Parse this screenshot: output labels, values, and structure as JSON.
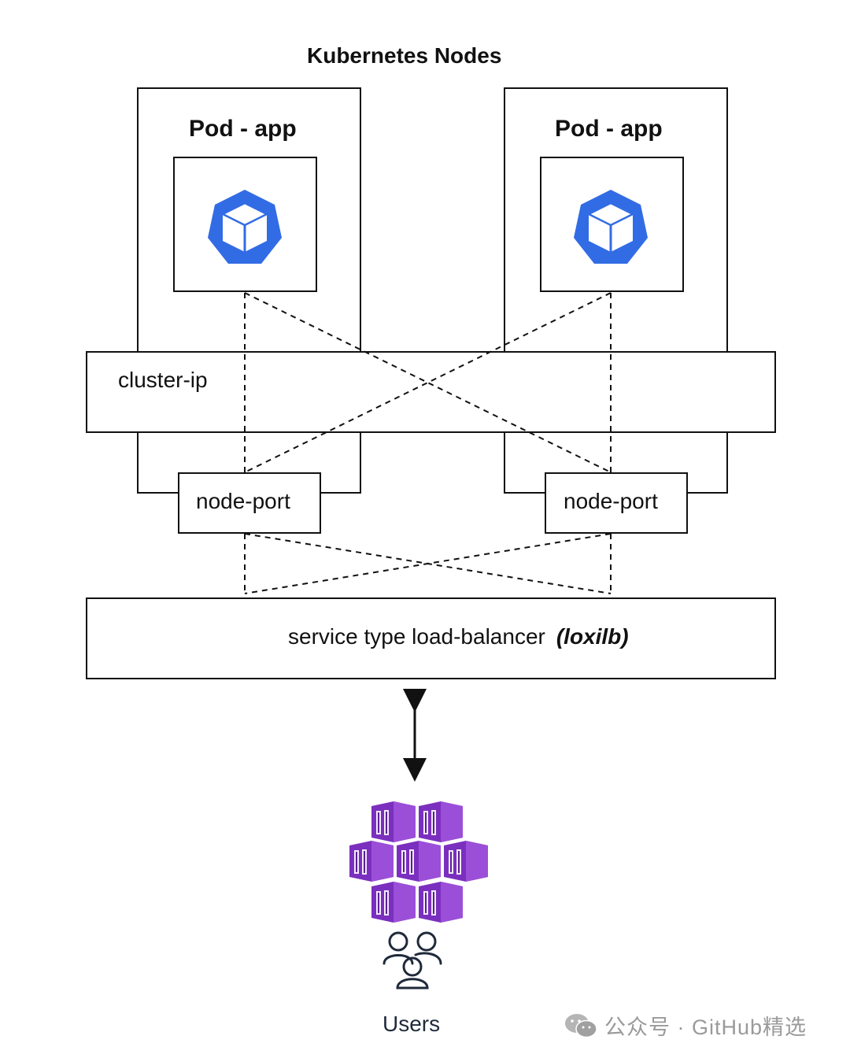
{
  "title": "Kubernetes Nodes",
  "nodes": [
    {
      "pod_label": "Pod - app",
      "node_port_label": "node-port"
    },
    {
      "pod_label": "Pod - app",
      "node_port_label": "node-port"
    }
  ],
  "cluster_ip_label": "cluster-ip",
  "load_balancer": {
    "label": "service type load-balancer",
    "emphasis": "(loxilb)"
  },
  "users_label": "Users",
  "watermark": "公众号 · GitHub精选",
  "colors": {
    "kubernetes_blue": "#326ce5",
    "container_purple": "#7b2fbe",
    "line": "#111111"
  },
  "icons": [
    "kubernetes-cube-icon",
    "container-cluster-icon",
    "users-icon",
    "wechat-icon",
    "bidirectional-arrow"
  ]
}
